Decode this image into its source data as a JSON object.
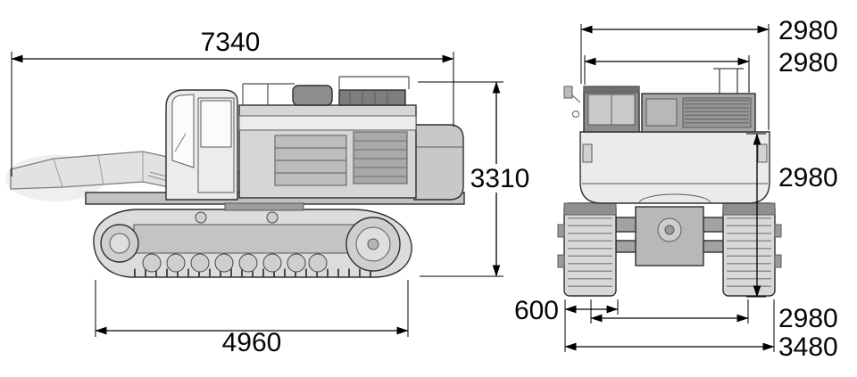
{
  "diagram": {
    "side_view": {
      "overall_length": "7340",
      "overall_height": "3310",
      "track_length": "4960"
    },
    "rear_view": {
      "upper_width_top": "2980",
      "upper_width_inner": "2980",
      "rear_height": "2980",
      "track_shoe_width": "600",
      "track_gauge": "2980",
      "overall_width": "3480"
    }
  }
}
